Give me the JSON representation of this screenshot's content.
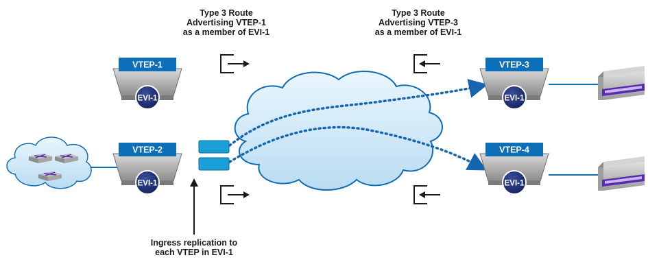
{
  "annotations": {
    "left_route": [
      "Type 3 Route",
      "Advertising VTEP-1",
      "as a member of EVI-1"
    ],
    "right_route": [
      "Type 3 Route",
      "Advertising VTEP-3",
      "as a member of EVI-1"
    ],
    "ingress": [
      "Ingress replication to",
      "each VTEP in EVI-1"
    ]
  },
  "vteps": [
    {
      "label": "VTEP-1",
      "evi": "EVI-1"
    },
    {
      "label": "VTEP-2",
      "evi": "EVI-1"
    },
    {
      "label": "VTEP-3",
      "evi": "EVI-1"
    },
    {
      "label": "VTEP-4",
      "evi": "EVI-1"
    }
  ],
  "icons": {
    "export": "export-route-icon",
    "import": "import-route-icon",
    "switch": "switch-icon",
    "server": "server-icon",
    "cloud": "cloud-icon",
    "packet": "packet-icon"
  },
  "colors": {
    "vtep_label": "#0d6fb8",
    "evi_badge": "#1e2f7a",
    "cloud_fill": "#cfe7f7",
    "cloud_stroke": "#0f6db5",
    "flow": "#1565b0",
    "packet": "#1a9fd6",
    "server_accent": "#5a2bb0"
  }
}
